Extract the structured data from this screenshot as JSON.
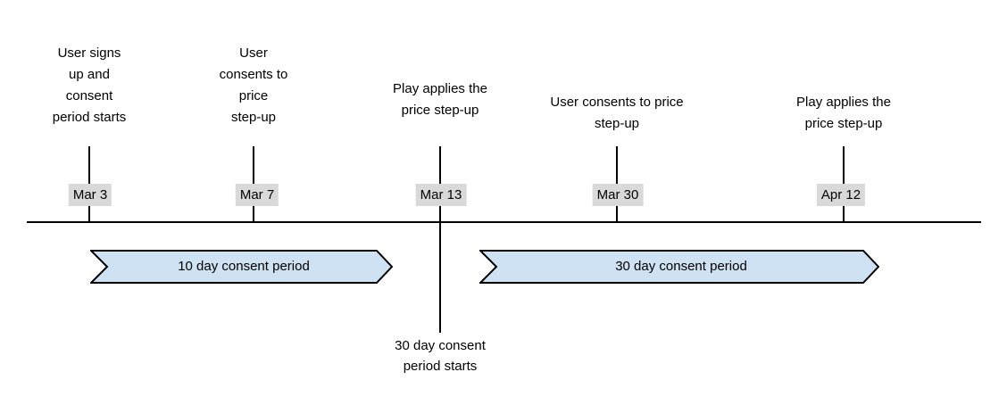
{
  "colors": {
    "banner_fill": "#cfe2f3",
    "banner_border": "#000000",
    "date_bg": "#d9d9d9",
    "line": "#000000",
    "text": "#000000",
    "background": "#ffffff"
  },
  "timeline": {
    "events": [
      {
        "label": "User signs\nup and\nconsent\nperiod starts",
        "date": "Mar 3"
      },
      {
        "label": "User\nconsents to\nprice\nstep-up",
        "date": "Mar 7"
      },
      {
        "label": "Play applies the\nprice step-up",
        "date": "Mar 13",
        "below_label": "30 day consent\nperiod starts"
      },
      {
        "label": "User consents to price\nstep-up",
        "date": "Mar 30"
      },
      {
        "label": "Play applies the\nprice step-up",
        "date": "Apr 12"
      }
    ],
    "periods": [
      {
        "label": "10 day consent period"
      },
      {
        "label": "30 day consent period"
      }
    ]
  }
}
